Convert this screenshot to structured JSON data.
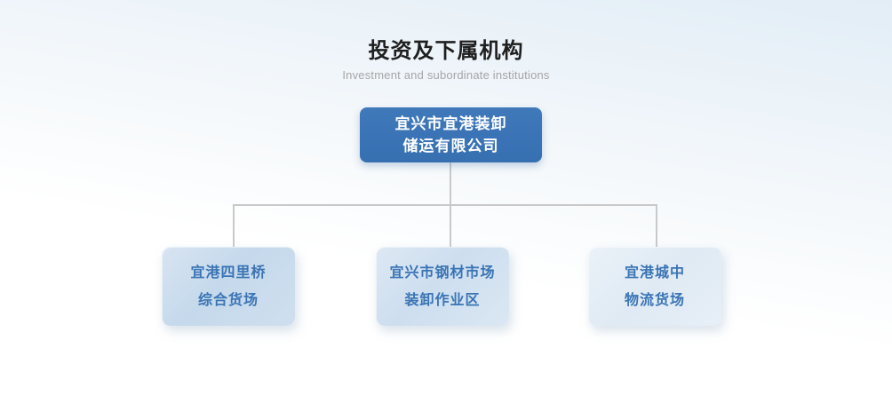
{
  "header": {
    "title": "投资及下属机构",
    "subtitle": "Investment and subordinate institutions"
  },
  "org_chart": {
    "type": "org-tree",
    "root": {
      "name_line1": "宜兴市宜港装卸",
      "name_line2": "储运有限公司"
    },
    "children": [
      {
        "name_line1": "宜港四里桥",
        "name_line2": "综合货场"
      },
      {
        "name_line1": "宜兴市钢材市场",
        "name_line2": "装卸作业区"
      },
      {
        "name_line1": "宜港城中",
        "name_line2": "物流货场"
      }
    ]
  },
  "colors": {
    "bg_top": "#e2edf6",
    "title_text": "#1f1f1f",
    "subtitle_text": "#a6a6a6",
    "root_box_fill": "#3a73b5",
    "root_box_text": "#ffffff",
    "child_box_fill": "#cdddee",
    "child_box_text": "#3a74b4",
    "connector": "#c9c9c9"
  }
}
